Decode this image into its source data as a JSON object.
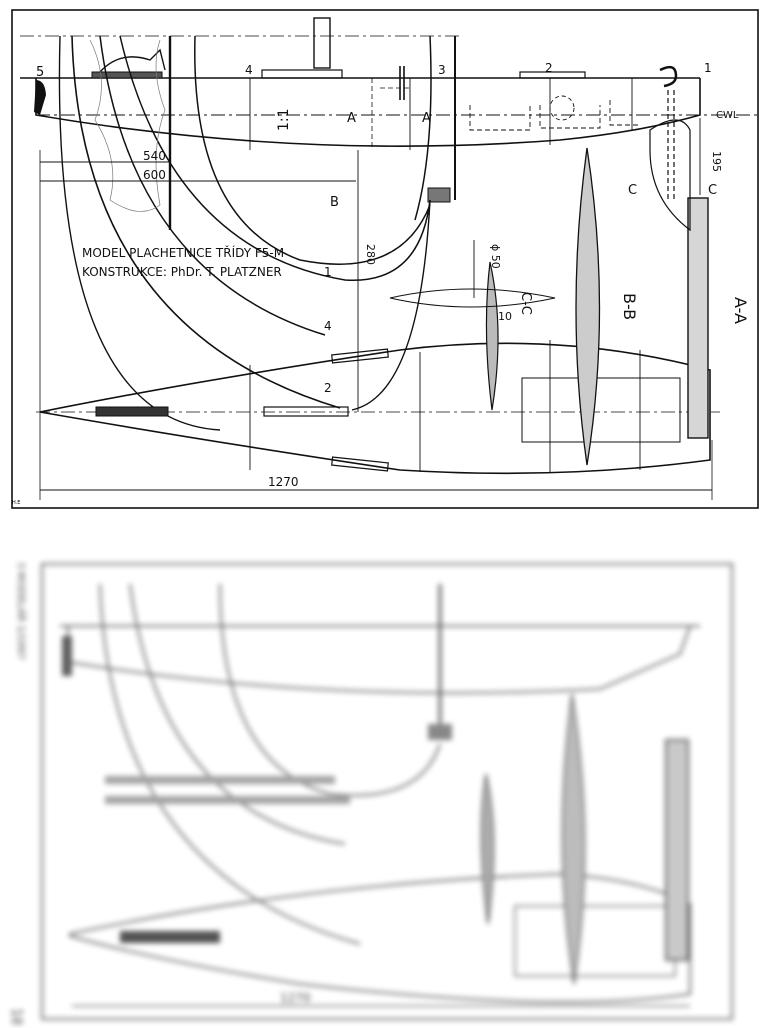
{
  "title_line_1": "MODEL PLACHETNICE TŘÍDY F5-M",
  "title_line_2": "KONSTRUKCE: PhDr. T. PLATZNER",
  "markers": [
    "5",
    "4",
    "3",
    "2",
    "1"
  ],
  "scale_label": "1:1",
  "section_labels": {
    "a": "A",
    "b": "B",
    "c": "C",
    "aa": "A-A",
    "bb": "B-B",
    "cc": "C-C"
  },
  "waterline_label": "CWL",
  "dimensions": {
    "d540": "540",
    "d600": "600",
    "d195": "195",
    "d280": "280",
    "d50": "ϕ 50",
    "d10": "10",
    "d1270": "1270"
  },
  "corner_mark": "H.E",
  "bottom_panel": {
    "side_label": "3 MODELÁŘ 1/1997",
    "page_marker": "18",
    "dim_1270": "1270"
  }
}
